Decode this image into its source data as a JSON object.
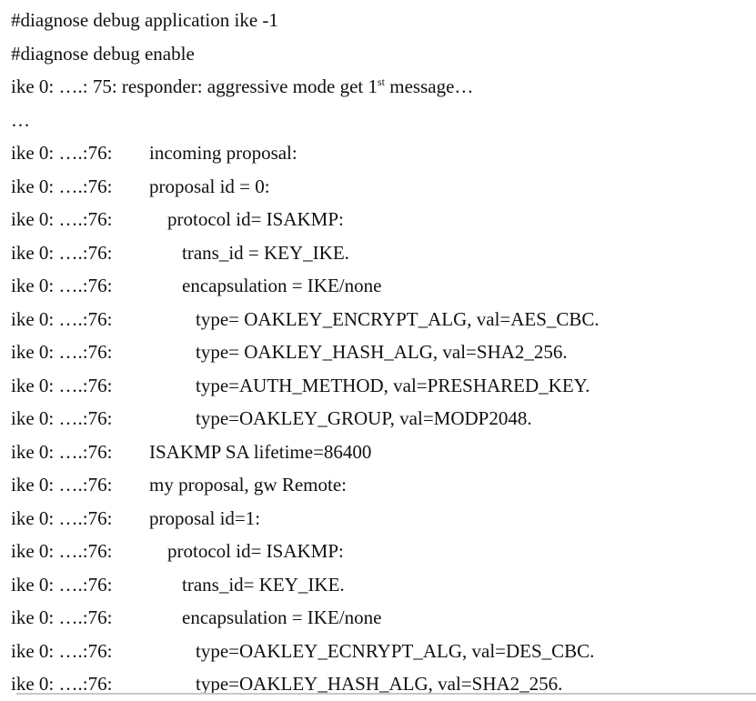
{
  "log": {
    "lines": [
      {
        "kind": "full",
        "text": "#diagnose debug application ike -1"
      },
      {
        "kind": "full",
        "text": "#diagnose debug enable"
      },
      {
        "kind": "full",
        "text": "ike 0: ….: 75: responder: aggressive mode get 1",
        "sup": "st",
        "after": " message…"
      },
      {
        "kind": "full",
        "text": "…"
      },
      {
        "kind": "entry",
        "prefix": "ike 0: ….:76:",
        "indent": 0,
        "text": "incoming proposal:"
      },
      {
        "kind": "entry",
        "prefix": "ike 0: ….:76:",
        "indent": 0,
        "text": "proposal id = 0:"
      },
      {
        "kind": "entry",
        "prefix": "ike 0: ….:76:",
        "indent": 1,
        "text": "protocol id= ISAKMP:"
      },
      {
        "kind": "entry",
        "prefix": "ike 0: ….:76:",
        "indent": 2,
        "text": "trans_id = KEY_IKE."
      },
      {
        "kind": "entry",
        "prefix": "ike 0: ….:76:",
        "indent": 2,
        "text": "encapsulation = IKE/none"
      },
      {
        "kind": "entry",
        "prefix": "ike 0: ….:76:",
        "indent": 3,
        "text": "type= OAKLEY_ENCRYPT_ALG, val=AES_CBC."
      },
      {
        "kind": "entry",
        "prefix": "ike 0: ….:76:",
        "indent": 3,
        "text": "type= OAKLEY_HASH_ALG, val=SHA2_256."
      },
      {
        "kind": "entry",
        "prefix": "ike 0: ….:76:",
        "indent": 3,
        "text": "type=AUTH_METHOD, val=PRESHARED_KEY."
      },
      {
        "kind": "entry",
        "prefix": "ike 0: ….:76:",
        "indent": 3,
        "text": "type=OAKLEY_GROUP, val=MODP2048."
      },
      {
        "kind": "entry",
        "prefix": "ike 0: ….:76:",
        "indent": 0,
        "text": "ISAKMP SA lifetime=86400"
      },
      {
        "kind": "entry",
        "prefix": "ike 0: ….:76:",
        "indent": 0,
        "text": "my proposal, gw Remote:"
      },
      {
        "kind": "entry",
        "prefix": "ike 0: ….:76:",
        "indent": 0,
        "text": "proposal id=1:"
      },
      {
        "kind": "entry",
        "prefix": "ike 0: ….:76:",
        "indent": 1,
        "text": "protocol id= ISAKMP:"
      },
      {
        "kind": "entry",
        "prefix": "ike 0: ….:76:",
        "indent": 2,
        "text": "trans_id= KEY_IKE."
      },
      {
        "kind": "entry",
        "prefix": "ike 0: ….:76:",
        "indent": 2,
        "text": "encapsulation = IKE/none"
      },
      {
        "kind": "entry",
        "prefix": "ike 0: ….:76:",
        "indent": 3,
        "text": "type=OAKLEY_ECNRYPT_ALG, val=DES_CBC."
      },
      {
        "kind": "entry",
        "prefix": "ike 0: ….:76:",
        "indent": 3,
        "text": "type=OAKLEY_HASH_ALG, val=SHA2_256."
      }
    ]
  }
}
